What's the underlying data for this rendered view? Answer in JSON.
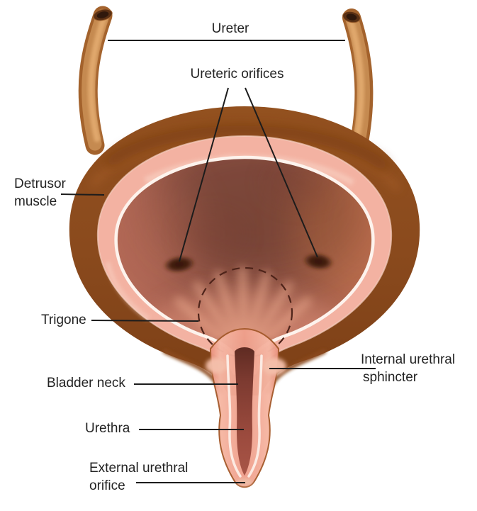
{
  "figure": {
    "subject": "urinary-bladder-cross-section",
    "background": "#ffffff"
  },
  "labels": {
    "ureter": {
      "text": "Ureter"
    },
    "ureteric_orifices": {
      "text": "Ureteric orifices"
    },
    "detrusor_muscle": {
      "line1": "Detrusor",
      "line2": "muscle"
    },
    "trigone": {
      "text": "Trigone"
    },
    "bladder_neck": {
      "text": "Bladder neck"
    },
    "urethra": {
      "text": "Urethra"
    },
    "external_urethral_orifice": {
      "line1": "External urethral",
      "line2": "orifice"
    },
    "internal_urethral_sphincter": {
      "line1": "Internal urethral",
      "line2": "sphincter"
    }
  },
  "colors": {
    "label_text": "#232323",
    "leader_line": "#1c1c1c",
    "outer_wall_brown": "#8a4a1d",
    "outer_wall_dark": "#6f3510",
    "detrusor_pink": "#f3b2a2",
    "detrusor_texture": "#f9d6c8",
    "submucosa_white": "#fdf3ed",
    "mucosa_rim": "#d07c67",
    "interior_dark": "#693a2f",
    "interior_warm_right": "#d97f3f",
    "trigone_streak": "#ecaa8e",
    "ureter_tube_base": "#a3622c",
    "ureter_tube_mid": "#c58a50",
    "ureter_tube_highlight": "#e3ab70",
    "ureter_opening_dark": "#2f180c",
    "orifice_dark": "#331308",
    "dashed_outline": "#4e241a",
    "urethra_wall": "#ef9f8b",
    "urethra_lumen_top": "#5f2b22",
    "urethra_lumen_bottom": "#b05a49",
    "neck_shadow": "#5f2e24",
    "sphincter_tissue": "#f4c0ab"
  }
}
